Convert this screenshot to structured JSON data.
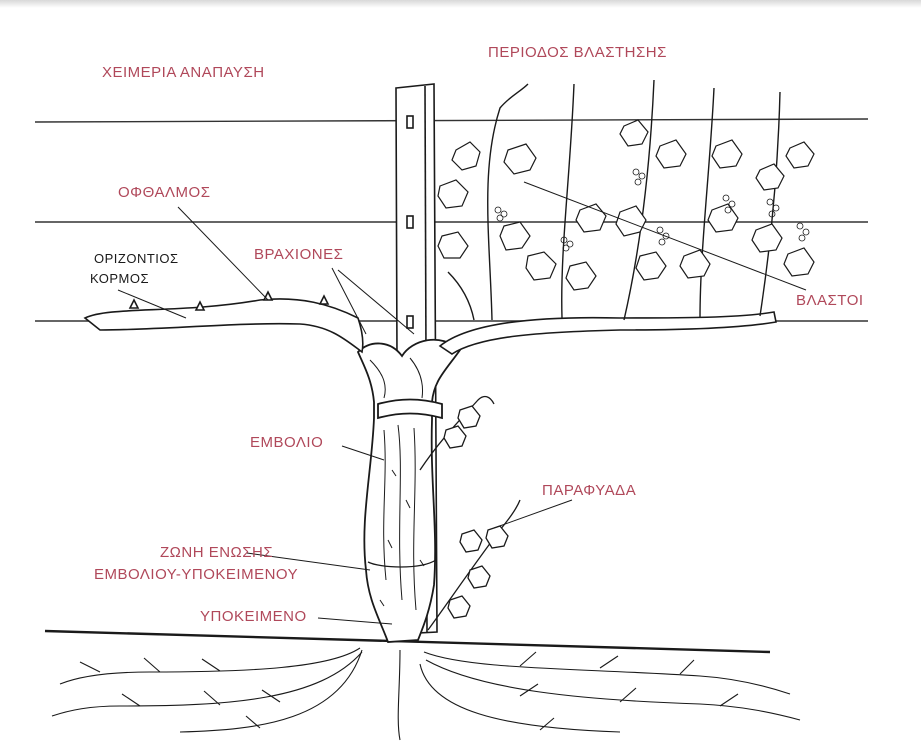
{
  "colors": {
    "label": "#b0485a",
    "ink": "#1a1a1a",
    "background": "#ffffff"
  },
  "labels": {
    "winter_rest": "ΧΕΙΜΕΡΙΑ ΑΝΑΠΑΥΣΗ",
    "growing_period": "ΠΕΡΙΟΔΟΣ ΒΛΑΣΤΗΣΗΣ",
    "bud": "ΟΦΘΑΛΜΟΣ",
    "horizontal_trunk_line1": "ΟΡΙΖΟΝΤΙΟΣ",
    "horizontal_trunk_line2": "ΚΟΡΜΟΣ",
    "arms": "ΒΡΑΧΙΟΝΕΣ",
    "shoots": "ΒΛΑΣΤΟΙ",
    "scion": "ΕΜΒΟΛΙΟ",
    "sucker": "ΠΑΡΑΦΥΑΔΑ",
    "graft_union_line1": "ΖΩΝΗ ΕΝΩΣΗΣ",
    "graft_union_line2": "ΕΜΒΟΛΙΟΥ-ΥΠΟΚΕΙΜΕΝΟΥ",
    "rootstock": "ΥΠΟΚΕΙΜΕΝΟ"
  }
}
